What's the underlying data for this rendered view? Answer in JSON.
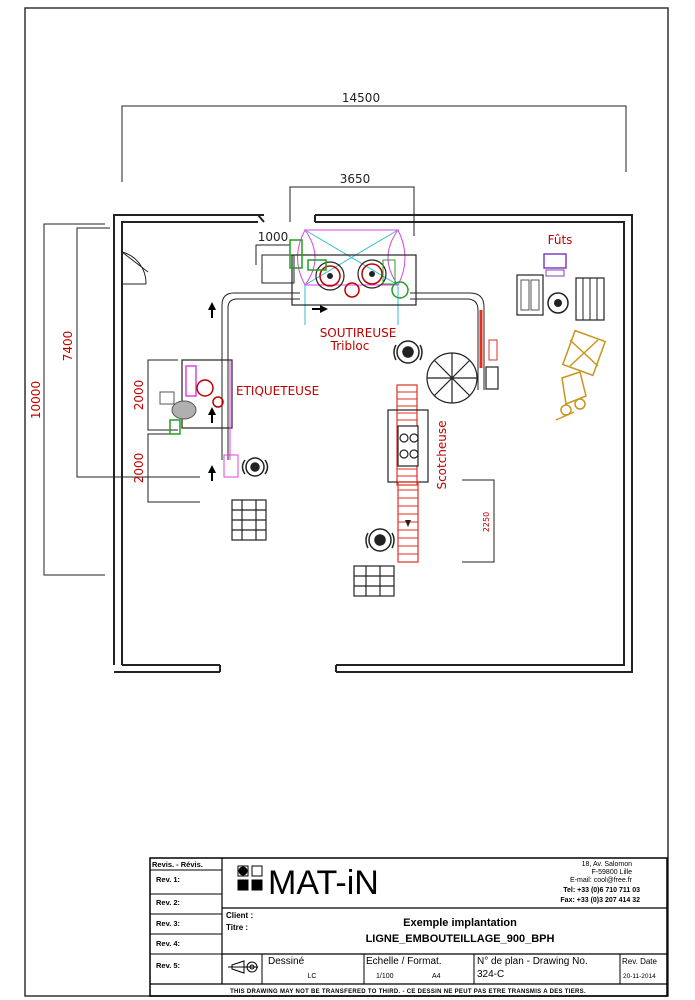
{
  "dimensions": {
    "total_width": "14500",
    "middle_width": "3650",
    "small_width": "1000",
    "total_height": "10000",
    "inner_height": "7400",
    "etiq_top": "2000",
    "etiq_bottom": "2000",
    "conveyor": "2250"
  },
  "labels": {
    "futs": "Fûts",
    "soutireuse": "SOUTIREUSE",
    "tribloc": "Tribloc",
    "etiqueteuse": "ETIQUETEUSE",
    "scotcheuse": "Scotcheuse"
  },
  "title_block": {
    "revisions_header": "Revis. - Révis.",
    "revisions": [
      "Rev. 1:",
      "Rev. 2:",
      "Rev. 3:",
      "Rev. 4:",
      "Rev. 5:"
    ],
    "company": "MAT-iN",
    "address": [
      "18, Av. Salomon",
      "F-59800 Lille",
      "E-mail: cool@free.fr",
      "Tel: +33 (0)6 710 711 03",
      "Fax: +33 (0)3 207 414 32"
    ],
    "client_label": "Client :",
    "titre_label": "Titre :",
    "title_line1": "Exemple implantation",
    "title_line2": "LIGNE_EMBOUTEILLAGE_900_BPH",
    "dessine_label": "Dessiné",
    "dessine_value": "LC",
    "echelle_label": "Echelle / Format.",
    "echelle_value": "1/100",
    "format_value": "A4",
    "plan_label": "N° de plan - Drawing No.",
    "plan_value": "324-C",
    "revdate_label": "Rev. Date",
    "revdate_value": "20-11-2014",
    "footer": "THIS DRAWING MAY NOT BE TRANSFERED TO THIRD. - CE DESSIN NE PEUT PAS ETRE TRANSMIS A DES TIERS."
  },
  "colors": {
    "red": "#c00000",
    "magenta": "#e040e0",
    "cyan": "#30c0d0",
    "green": "#20a020",
    "gold": "#c8961e",
    "conveyor": "#e03020"
  }
}
